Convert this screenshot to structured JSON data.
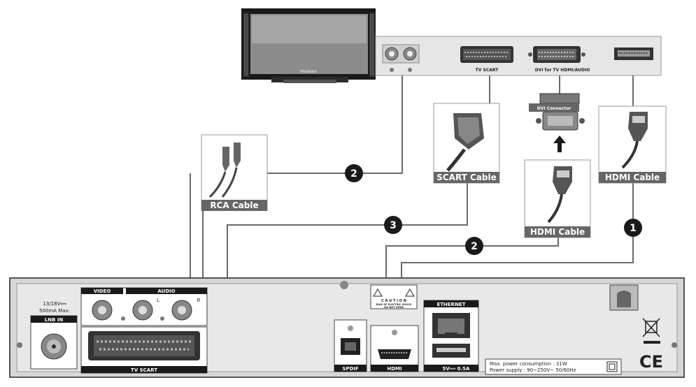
{
  "tv_panel": {
    "brand": "Humax",
    "ports": {
      "tv_scart": "TV SCART",
      "dvi": "DVI for TV HDMI/AUDIO"
    }
  },
  "cables": {
    "rca": "RCA Cable",
    "scart": "SCART Cable",
    "hdmi_dvi": "HDMI Cable",
    "hdmi": "HDMI Cable",
    "dvi_connector": "DVI Connector"
  },
  "steps": {
    "one": "1",
    "two_rca": "2",
    "two_hdmi": "2",
    "three": "3"
  },
  "receiver": {
    "video": "VIDEO",
    "audio": "AUDIO",
    "audio_l": "L",
    "audio_r": "R",
    "lnb_power": "13/18V══",
    "lnb_current": "500mA Max.",
    "lnb_in": "LNB IN",
    "tv_scart": "TV SCART",
    "spdif": "SPDIF",
    "hdmi": "HDMI",
    "ethernet": "ETHERNET",
    "usb_rating": "5V══ 0.5A",
    "caution": "C A U T I O N",
    "caution_sub1": "RISK OF ELECTRIC SHOCK",
    "caution_sub2": "DO NOT OPEN",
    "power_consumption": "Max. power consumption : 31W",
    "power_supply": "Power supply : 90~250V~ 50/60Hz",
    "ce": "CE"
  }
}
